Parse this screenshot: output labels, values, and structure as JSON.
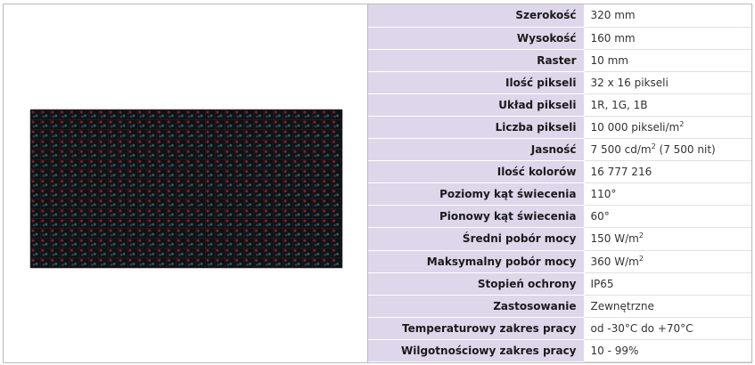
{
  "specs": [
    {
      "label": "Szerokość",
      "value": "320 mm",
      "sup": ""
    },
    {
      "label": "Wysokość",
      "value": "160 mm",
      "sup": ""
    },
    {
      "label": "Raster",
      "value": "10 mm",
      "sup": ""
    },
    {
      "label": "Ilość pikseli",
      "value": "32 x 16 pikseli",
      "sup": ""
    },
    {
      "label": "Układ pikseli",
      "value": "1R, 1G, 1B",
      "sup": ""
    },
    {
      "label": "Liczba pikseli",
      "value": "10 000 pikseli/m",
      "sup": "2",
      "after": ""
    },
    {
      "label": "Jasność",
      "value": "7 500 cd/m",
      "sup": "2",
      "after": " (7 500 nit)"
    },
    {
      "label": "Ilość kolorów",
      "value": "16 777 216",
      "sup": ""
    },
    {
      "label": "Poziomy kąt świecenia",
      "value": "110°",
      "sup": ""
    },
    {
      "label": "Pionowy kąt świecenia",
      "value": "60°",
      "sup": ""
    },
    {
      "label": "Średni pobór mocy",
      "value": "150 W/m",
      "sup": "2",
      "after": ""
    },
    {
      "label": "Maksymalny pobór mocy",
      "value": "360 W/m",
      "sup": "2",
      "after": ""
    },
    {
      "label": "Stopień ochrony",
      "value": "IP65",
      "sup": ""
    },
    {
      "label": "Zastosowanie",
      "value": "Zewnętrzne",
      "sup": ""
    },
    {
      "label": "Temperaturowy zakres pracy",
      "value": "od -30°C do +70°C",
      "sup": ""
    },
    {
      "label": "Wilgotnościowy zakres pracy",
      "value": "10 - 99%",
      "sup": ""
    }
  ]
}
